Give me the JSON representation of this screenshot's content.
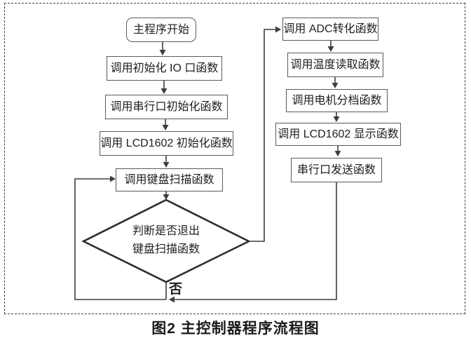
{
  "figure": {
    "caption": "图2 主控制器程序流程图"
  },
  "flowchart": {
    "start": {
      "label": "主程序开始"
    },
    "left_steps": [
      {
        "label": "调用初始化 IO 口函数"
      },
      {
        "label": "调用串行口初始化函数"
      },
      {
        "label": "调用 LCD1602 初始化函数"
      },
      {
        "label": "调用键盘扫描函数"
      }
    ],
    "decision": {
      "line1": "判断是否退出",
      "line2": "键盘扫描函数",
      "no_label": "否"
    },
    "right_steps": [
      {
        "label": "调用 ADC转化函数"
      },
      {
        "label": "调用温度读取函数"
      },
      {
        "label": "调用电机分档函数"
      },
      {
        "label": "调用 LCD1602 显示函数"
      },
      {
        "label": "串行口发送函数"
      }
    ],
    "colors": {
      "connector_line": "#3d3d3d",
      "box_border": "#5a5a5a",
      "diamond_border": "#2e2e2e",
      "text": "#1f1f1f",
      "frame_dash": "#3c3c3c"
    }
  }
}
